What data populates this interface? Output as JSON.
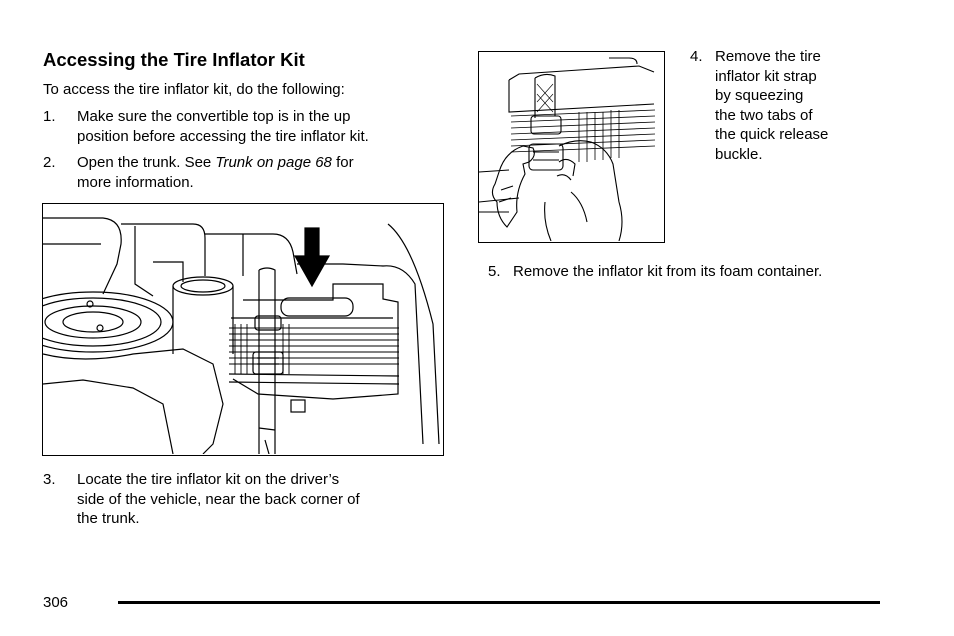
{
  "section": {
    "title": "Accessing the Tire Inflator Kit",
    "intro": "To access the tire inflator kit, do the following:"
  },
  "steps": [
    {
      "num": "1.",
      "lines": [
        "Make sure the convertible top is in the up",
        "position before accessing the tire inflator kit."
      ]
    },
    {
      "num": "2.",
      "prefix": "Open the trunk. See ",
      "link": "Trunk on page 68",
      "suffix": " for",
      "line2": "more information."
    },
    {
      "num": "3.",
      "lines": [
        "Locate the tire inflator kit on the driver’s",
        "side of the vehicle, near the back corner of",
        "the trunk."
      ]
    },
    {
      "num": "4.",
      "lines": [
        "Remove the tire",
        "inflator kit strap",
        "by squeezing",
        "the two tabs of",
        "the quick release",
        "buckle."
      ]
    },
    {
      "num": "5.",
      "lines": [
        "Remove the inflator kit from its foam container."
      ]
    }
  ],
  "footer": {
    "page_number": "306"
  }
}
